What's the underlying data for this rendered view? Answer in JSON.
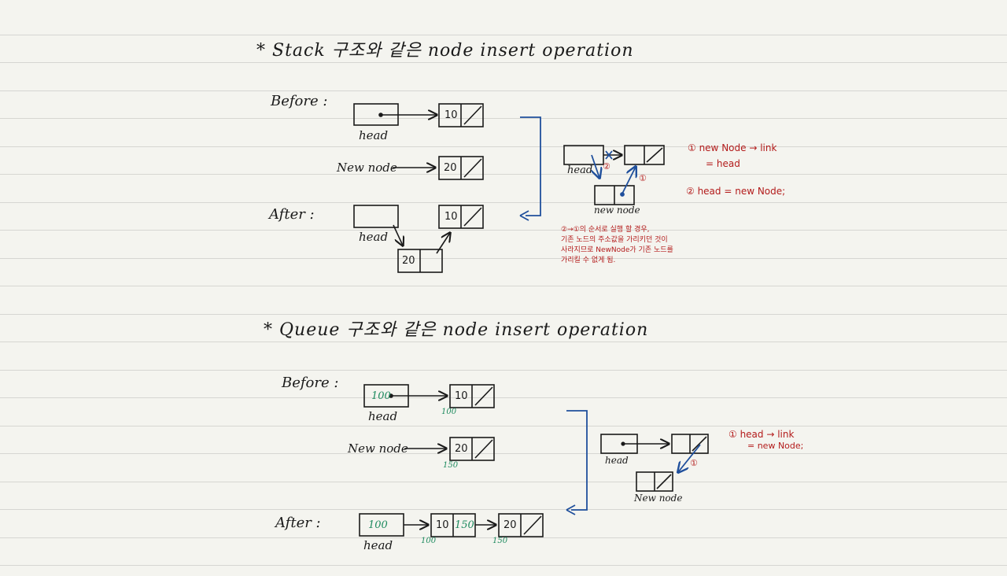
{
  "stack_section": {
    "title": "* Stack 구조와 같은 node insert operation",
    "before_label": "Before :",
    "after_label": "After :",
    "head_label": "head",
    "new_node_label": "New node",
    "node_10": "10",
    "node_20": "20",
    "side": {
      "head_label": "head",
      "new_node_label": "new node",
      "step1_marker": "①",
      "step2_marker": "②",
      "note1_line1": "① new Node → link",
      "note1_line2": "= head",
      "note2": "② head = new Node;",
      "warning_line1": "②→①의 순서로 실행 할 경우,",
      "warning_line2": "기존 노드의 주소값을 가리키던 것이",
      "warning_line3": "사라지므로 NewNode가 기존 노드를",
      "warning_line4": "가리킬 수 없게 됨."
    }
  },
  "queue_section": {
    "title": "* Queue 구조와 같은 node insert operation",
    "before_label": "Before :",
    "after_label": "After :",
    "head_label": "head",
    "new_node_label": "New node",
    "node_10": "10",
    "node_20": "20",
    "addr_100": "100",
    "addr_150": "150",
    "side": {
      "head_label": "head",
      "new_node_label": "New node",
      "step1_marker": "①",
      "note_line1": "① head → link",
      "note_line2": "= new Node;"
    }
  },
  "colors": {
    "ink": "#1a1a1a",
    "blue": "#1f4f9c",
    "red": "#b31b1b",
    "green": "#1d8a5e",
    "paper": "#f4f4ef",
    "rule": "#d6d6d2"
  }
}
